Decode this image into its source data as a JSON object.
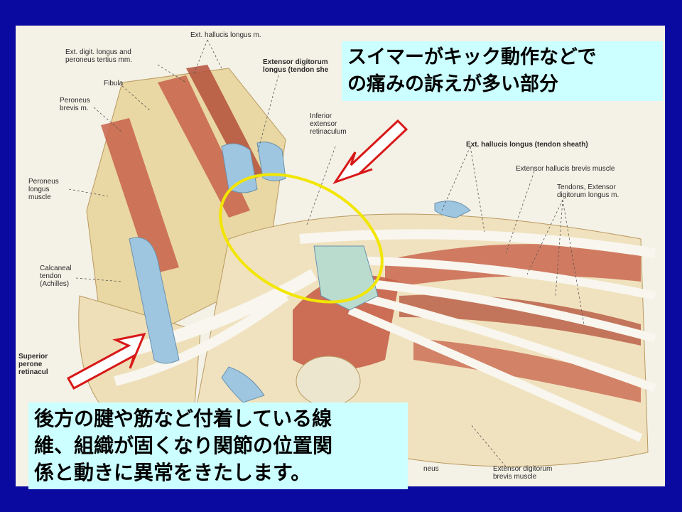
{
  "labels": {
    "ext_hallucis_longus_m": "Ext. hallucis longus m.",
    "ext_digit_longus": [
      "Ext. digit. longus and",
      "peroneus tertius mm."
    ],
    "fibula": "Fibula",
    "peroneus_brevis": [
      "Peroneus",
      "brevis m."
    ],
    "extensor_digitorum_tendon": [
      "Extensor digitorum",
      "longus (tendon she"
    ],
    "inferior_retinaculum": [
      "Inferior",
      "extensor",
      "retinaculum"
    ],
    "ext_hallucis_sheath": "Ext. hallucis longus (tendon sheath)",
    "extensor_hallucis_brevis": "Extensor hallucis brevis muscle",
    "tendons_extensor": [
      "Tendons, Extensor",
      "digitorum longus m."
    ],
    "peroneus_longus": [
      "Peroneus",
      "longus",
      "muscle"
    ],
    "calcaneal_tendon": [
      "Calcaneal",
      "tendon",
      "(Achilles)"
    ],
    "superior_retinaculum": [
      "Superior",
      "perone",
      "retinacul"
    ],
    "peroneus_partial": "neus",
    "extensor_digitorum_brevis": [
      "Extensor digitorum",
      "brevis muscle"
    ]
  },
  "callouts": {
    "top": [
      "スイマーがキック動作などで",
      "の痛みの訴えが多い部分"
    ],
    "bottom": [
      "後方の腱や筋など付着している線",
      "維、組織が固くなり関節の位置関",
      "係と動きに異常をきたします。"
    ]
  },
  "colors": {
    "background": "#0a0aa0",
    "callout_fill": "#ccffff",
    "highlight_ellipse": "#f2e600",
    "arrow_outline": "#d81818",
    "muscle": "#c8624a",
    "tendon_sheath": "#9ec6e0",
    "bone": "#e9d7a4"
  }
}
